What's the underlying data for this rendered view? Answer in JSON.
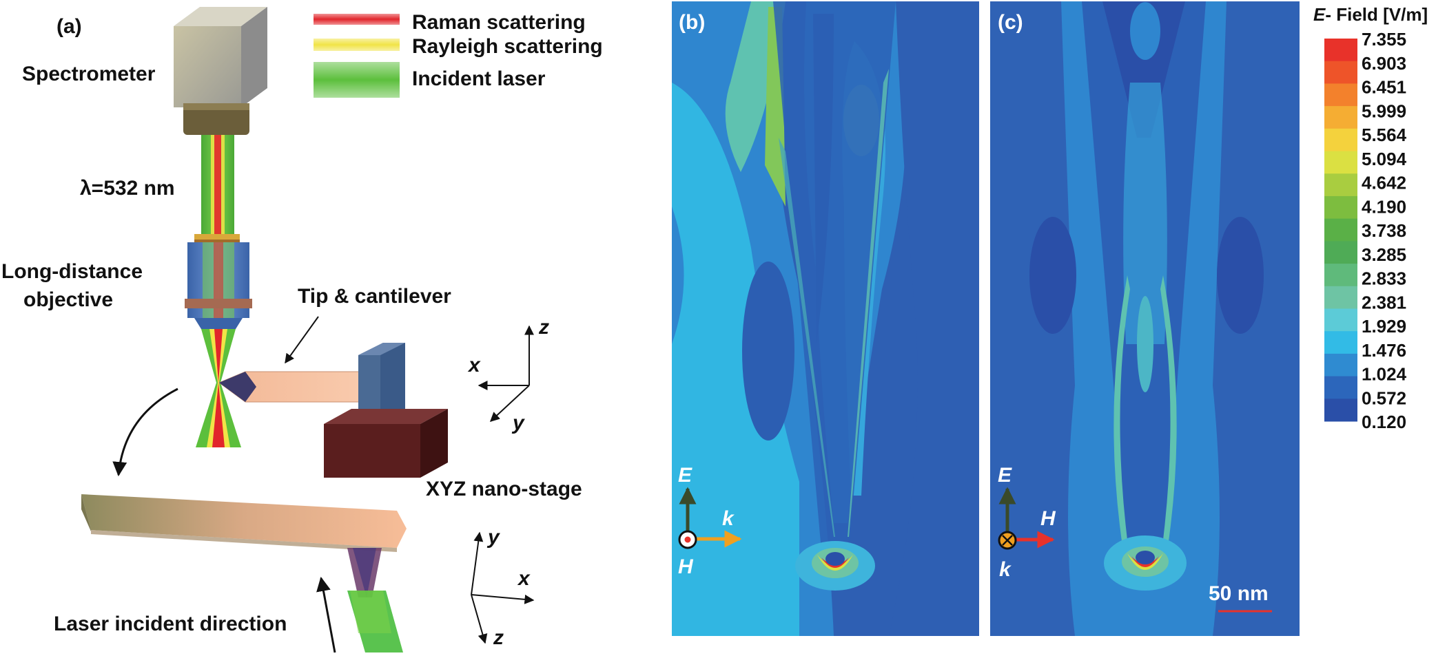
{
  "panel_a": {
    "label": "(a)",
    "legend": [
      {
        "text": "Raman scattering",
        "color": "#e1262b"
      },
      {
        "text": "Rayleigh scattering",
        "color": "#f1e447"
      },
      {
        "text": "Incident laser",
        "color": "#5cbf3c"
      }
    ],
    "spectrometer": "Spectrometer",
    "wavelength": "λ=532 nm",
    "objective_line1": "Long-distance",
    "objective_line2": "objective",
    "tip": "Tip & cantilever",
    "stage": "XYZ nano-stage",
    "laser_dir": "Laser incident direction",
    "axes_top": {
      "x": "x",
      "y": "y",
      "z": "z"
    },
    "axes_bottom": {
      "x": "x",
      "y": "y",
      "z": "z"
    }
  },
  "panel_b": {
    "label": "(b)",
    "E": "E",
    "k": "k",
    "H": "H"
  },
  "panel_c": {
    "label": "(c)",
    "E": "E",
    "H": "H",
    "k": "k",
    "scalebar": "50 nm"
  },
  "colorbar": {
    "title_italic": "E",
    "title_rest": "- Field [V/m]",
    "ticks": [
      "7.355",
      "6.903",
      "6.451",
      "5.999",
      "5.564",
      "5.094",
      "4.642",
      "4.190",
      "3.738",
      "3.285",
      "2.833",
      "2.381",
      "1.929",
      "1.476",
      "1.024",
      "0.572",
      "0.120"
    ],
    "colors": [
      "#e8322a",
      "#ee5429",
      "#f3812c",
      "#f5ad33",
      "#f4d23d",
      "#dbe042",
      "#a9cd40",
      "#7dbd3f",
      "#5ab047",
      "#4fab56",
      "#5fba7b",
      "#6ec4a4",
      "#5ccbd7",
      "#32bbe6",
      "#2f8bd1",
      "#2c66bb",
      "#2a4fa8"
    ]
  },
  "colors": {
    "field_bg": "#2e63b5",
    "field_low": "#2a4fa8",
    "field_mid": "#3a8fd0",
    "field_light": "#33bbe5",
    "field_teal": "#62c5b0",
    "hot": "#e8322a",
    "cantilever": "#f2b590",
    "stage": "#5a1e1e",
    "block": "#4a6a94"
  }
}
